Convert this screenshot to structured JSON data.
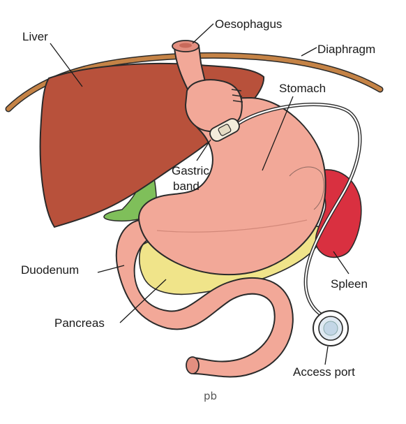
{
  "labels": {
    "liver": "Liver",
    "oesophagus": "Oesophagus",
    "diaphragm": "Diaphragm",
    "stomach": "Stomach",
    "gastric_band": [
      "Gastric",
      "band"
    ],
    "duodenum": "Duodenum",
    "pancreas": "Pancreas",
    "spleen": "Spleen",
    "access_port": "Access port"
  },
  "signature": "pb",
  "colors": {
    "liver": "#b8513b",
    "diaphragm": "#c58346",
    "stomach": "#f2a898",
    "pancreas": "#f0e48a",
    "spleen": "#d93040",
    "gallbladder": "#7fbf5a",
    "outline": "#2a2a2a"
  }
}
